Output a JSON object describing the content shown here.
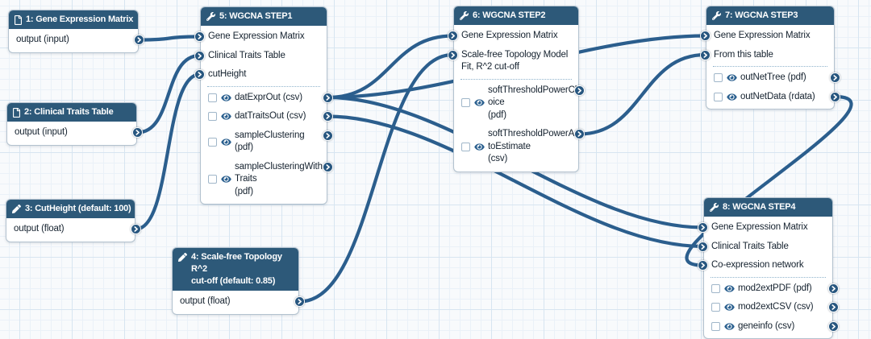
{
  "app": "workflow-editor-canvas",
  "colors": {
    "node_header": "#2d5979",
    "wire": "#2b5e8d",
    "port": "#27567f",
    "canvas_background": "#f8fafc",
    "grid_line": "#d7e5f1"
  },
  "icons": {
    "input_node": "file-icon",
    "parameter_node": "pencil-icon",
    "tool_node": "wrench-icon",
    "port_glyph": "chevron-right-icon",
    "output_visibility": "eye-icon"
  },
  "nodes": [
    {
      "id": "n1",
      "type": "data-input",
      "icon": "file-icon",
      "title": "1: Gene Expression Matrix",
      "outputs": [
        {
          "id": "output",
          "label": "output (input)"
        }
      ]
    },
    {
      "id": "n2",
      "type": "data-input",
      "icon": "file-icon",
      "title": "2: Clinical Traits Table",
      "outputs": [
        {
          "id": "output",
          "label": "output (input)"
        }
      ]
    },
    {
      "id": "n3",
      "type": "parameter-input",
      "icon": "pencil-icon",
      "title": "3: CutHeight (default: 100)",
      "outputs": [
        {
          "id": "output",
          "label": "output (float)"
        }
      ]
    },
    {
      "id": "n4",
      "type": "parameter-input",
      "icon": "pencil-icon",
      "title": "4: Scale-free Topology R^2\ncut-off (default: 0.85)",
      "outputs": [
        {
          "id": "output",
          "label": "output (float)"
        }
      ]
    },
    {
      "id": "n5",
      "type": "tool",
      "icon": "wrench-icon",
      "title": "5: WGCNA STEP1",
      "inputs": [
        {
          "id": "gene",
          "label": "Gene Expression Matrix"
        },
        {
          "id": "traits",
          "label": "Clinical Traits Table"
        },
        {
          "id": "cutHeight",
          "label": "cutHeight"
        }
      ],
      "outputs": [
        {
          "id": "datExprOut",
          "label": "datExprOut (csv)"
        },
        {
          "id": "datTraitsOut",
          "label": "datTraitsOut (csv)"
        },
        {
          "id": "sampleClustering",
          "label": "sampleClustering\n(pdf)"
        },
        {
          "id": "sampleClusteringWithTraits",
          "label": "sampleClusteringWith\nTraits\n(pdf)"
        }
      ]
    },
    {
      "id": "n6",
      "type": "tool",
      "icon": "wrench-icon",
      "title": "6: WGCNA STEP2",
      "inputs": [
        {
          "id": "gene",
          "label": "Gene Expression Matrix"
        },
        {
          "id": "rsq",
          "label": "Scale-free Topology Model\nFit, R^2 cut-off"
        }
      ],
      "outputs": [
        {
          "id": "softChoice",
          "label": "softThresholdPowerCh\noice\n(pdf)"
        },
        {
          "id": "softAuto",
          "label": "softThresholdPowerAu\ntoEstimate\n(csv)"
        }
      ]
    },
    {
      "id": "n7",
      "type": "tool",
      "icon": "wrench-icon",
      "title": "7: WGCNA STEP3",
      "inputs": [
        {
          "id": "gene",
          "label": "Gene Expression Matrix"
        },
        {
          "id": "table",
          "label": "From this table"
        }
      ],
      "outputs": [
        {
          "id": "outNetTree",
          "label": "outNetTree (pdf)"
        },
        {
          "id": "outNetData",
          "label": "outNetData (rdata)"
        }
      ]
    },
    {
      "id": "n8",
      "type": "tool",
      "icon": "wrench-icon",
      "title": "8: WGCNA STEP4",
      "inputs": [
        {
          "id": "gene",
          "label": "Gene Expression Matrix"
        },
        {
          "id": "traits",
          "label": "Clinical Traits Table"
        },
        {
          "id": "network",
          "label": "Co-expression network"
        }
      ],
      "outputs": [
        {
          "id": "mod2extPDF",
          "label": "mod2extPDF (pdf)"
        },
        {
          "id": "mod2extCSV",
          "label": "mod2extCSV (csv)"
        },
        {
          "id": "geneinfo",
          "label": "geneinfo (csv)"
        }
      ]
    }
  ],
  "connections": [
    {
      "from": "n1.output",
      "to": "n5.gene"
    },
    {
      "from": "n2.output",
      "to": "n5.traits"
    },
    {
      "from": "n3.output",
      "to": "n5.cutHeight"
    },
    {
      "from": "n4.output",
      "to": "n6.rsq"
    },
    {
      "from": "n5.datExprOut",
      "to": "n6.gene"
    },
    {
      "from": "n5.datExprOut",
      "to": "n7.gene"
    },
    {
      "from": "n5.datExprOut",
      "to": "n8.gene"
    },
    {
      "from": "n5.datTraitsOut",
      "to": "n8.traits"
    },
    {
      "from": "n6.softAuto",
      "to": "n7.table"
    },
    {
      "from": "n7.outNetData",
      "to": "n8.network"
    }
  ]
}
